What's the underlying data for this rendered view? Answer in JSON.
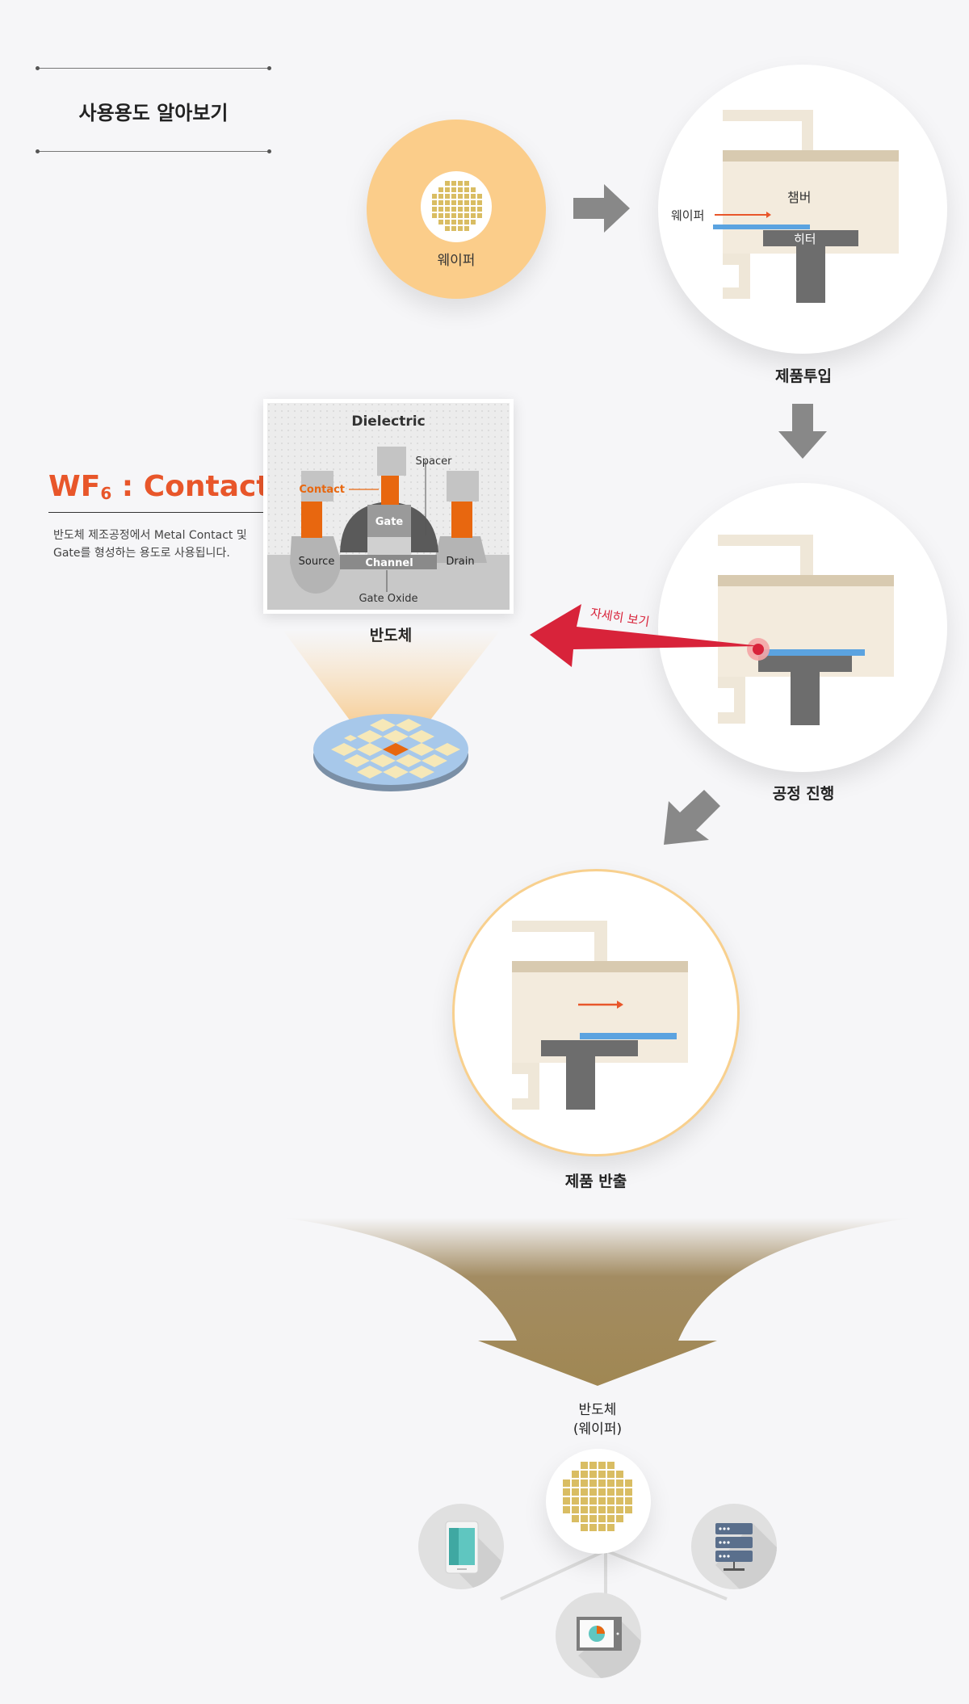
{
  "section_title": "사용용도 알아보기",
  "step1": {
    "wafer_label": "웨이퍼"
  },
  "step2": {
    "chamber_label": "챔버",
    "wafer_label": "웨이퍼",
    "heater_label": "히터",
    "caption": "제품투입"
  },
  "step3": {
    "caption": "공정 진행",
    "detail_label": "자세히 보기"
  },
  "step4": {
    "caption": "제품 반출"
  },
  "contact": {
    "title_prefix": "WF",
    "title_sub": "6",
    "title_suffix": " : Contact",
    "description_line1": "반도체 제조공정에서 Metal Contact 및",
    "description_line2": "Gate를 형성하는 용도로 사용됩니다.",
    "diagram": {
      "dielectric": "Dielectric",
      "spacer": "Spacer",
      "contact": "Contact",
      "gate": "Gate",
      "source": "Source",
      "channel": "Channel",
      "drain": "Drain",
      "gate_oxide": "Gate Oxide"
    },
    "caption": "반도체"
  },
  "result": {
    "line1": "반도체",
    "line2": "(웨이퍼)"
  },
  "colors": {
    "accent_orange": "#e8562a",
    "wafer_yellow": "#fbcd8a",
    "chip_gold": "#d9bd63",
    "arrow_gray": "#888888",
    "red_arrow": "#d8233a",
    "chamber_beige": "#f3ebdd",
    "heater_gray": "#6d6d6d",
    "wafer_blue": "#5ba3e0",
    "funnel_brown": "#a38c62"
  },
  "icons": [
    "smartphone-icon",
    "server-icon",
    "monitor-icon",
    "wafer-icon"
  ]
}
